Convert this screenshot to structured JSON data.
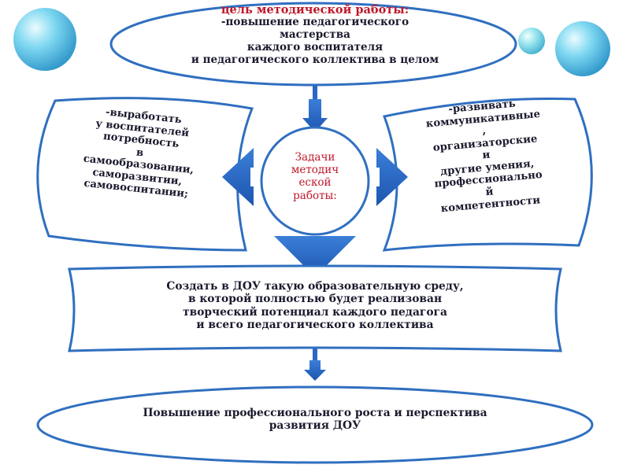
{
  "goal": {
    "title": "цель методической работы:",
    "lines": [
      "-повышение педагогического",
      "мастерства",
      "каждого воспитателя",
      "и педагогического коллектива в целом"
    ]
  },
  "left_task": {
    "lines": [
      "-выработать",
      "у воспитателей",
      "потребность",
      "в",
      "самообразовании,",
      "саморазвитии,",
      "самовоспитании;"
    ]
  },
  "right_task": {
    "lines": [
      "-развивать",
      "коммуникативные",
      ",",
      "организаторские",
      "и",
      "другие умения,",
      "профессионально",
      "й",
      "компетентности"
    ]
  },
  "center": {
    "lines": [
      "Задачи",
      "методич",
      "еской",
      "работы:"
    ]
  },
  "environment": {
    "lines": [
      "Создать в ДОУ такую образовательную среду,",
      "в которой полностью будет реализован",
      "творческий потенциал каждого педагога",
      "и всего педагогического коллектива"
    ]
  },
  "growth": {
    "lines": [
      "Повышение профессионального роста и перспектива",
      "развития ДОУ"
    ]
  },
  "colors": {
    "outline": "#2f6fc0",
    "arrow": "#2a68c4",
    "title_red": "#c0182b",
    "sphere": "#4cc6e6"
  }
}
